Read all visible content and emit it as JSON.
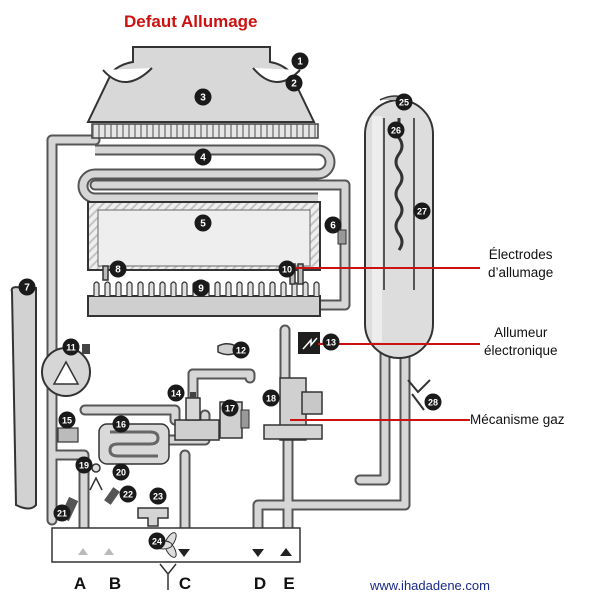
{
  "title": "Defaut Allumage",
  "callouts": {
    "electrodes": "Électrodes\nd’allumage",
    "allumeur": "Allumeur\nélectronique",
    "mecanisme": "Mécanisme gaz"
  },
  "connections": [
    "A",
    "B",
    "C",
    "D",
    "E"
  ],
  "website": "www.ihadadene.com",
  "markers": [
    "1",
    "2",
    "3",
    "4",
    "5",
    "6",
    "7",
    "8",
    "9",
    "10",
    "11",
    "12",
    "13",
    "14",
    "15",
    "16",
    "17",
    "18",
    "19",
    "20",
    "21",
    "22",
    "23",
    "24",
    "25",
    "26",
    "27",
    "28"
  ],
  "colors": {
    "title": "#cc1111",
    "leader": "#cc1111",
    "marker": "#1a1a1a",
    "pipe": "#d4d4d4"
  }
}
